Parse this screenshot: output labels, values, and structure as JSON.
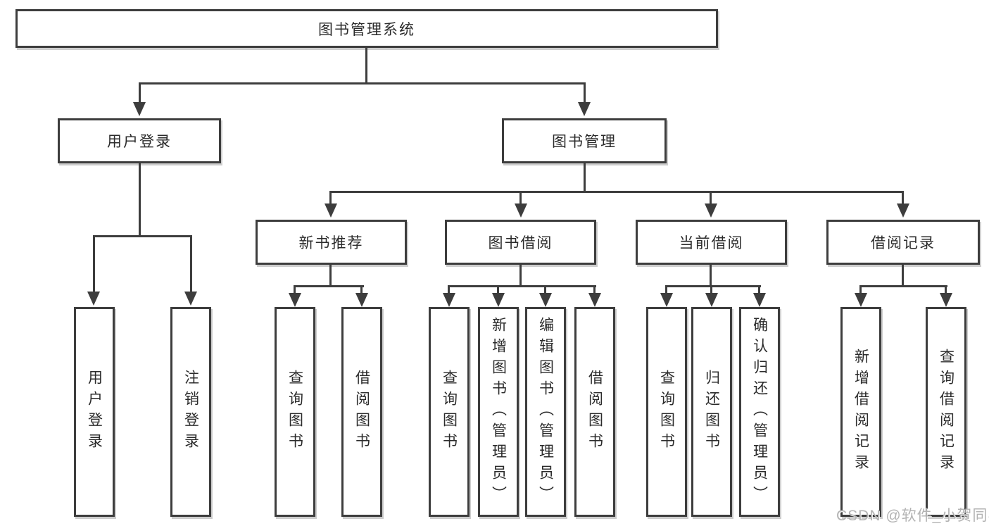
{
  "root": {
    "label": "图书管理系统"
  },
  "login_branch": {
    "label": "用户登录",
    "children": [
      "用户登录",
      "注销登录"
    ]
  },
  "management_branch": {
    "label": "图书管理",
    "sections": [
      {
        "label": "新书推荐",
        "children": [
          "查询图书",
          "借阅图书"
        ]
      },
      {
        "label": "图书借阅",
        "children": [
          "查询图书",
          "新增图书（管理员）",
          "编辑图书（管理员）",
          "借阅图书"
        ]
      },
      {
        "label": "当前借阅",
        "children": [
          "查询图书",
          "归还图书",
          "确认归还（管理员）"
        ]
      },
      {
        "label": "借阅记录",
        "children": [
          "新增借阅记录",
          "查询借阅记录"
        ]
      }
    ]
  },
  "watermark": {
    "text": "CSDN @软件_小贺同学",
    "color": "#b3b3b3"
  },
  "colors": {
    "line": "#3d3d3d",
    "box_border": "#3d3d3d",
    "text": "#2b2b2b",
    "background": "#ffffff"
  }
}
